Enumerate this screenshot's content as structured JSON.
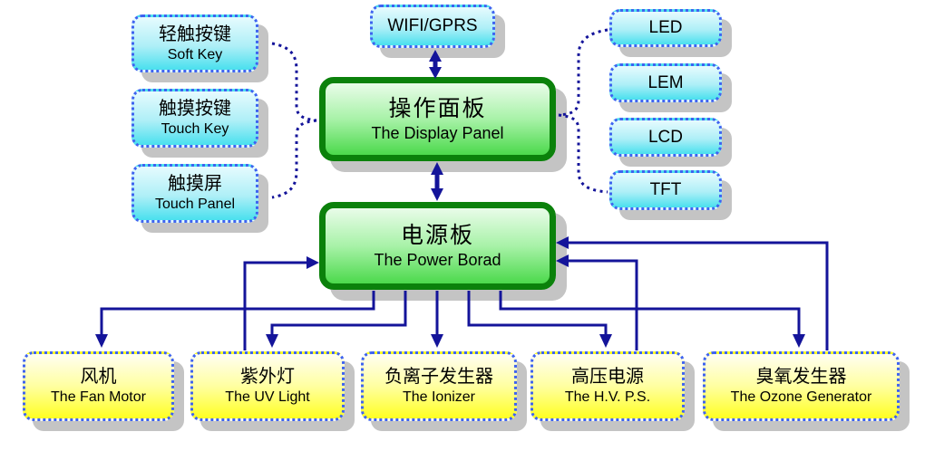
{
  "peripherals_left": [
    {
      "zh": "轻触按键",
      "en": "Soft Key"
    },
    {
      "zh": "触摸按键",
      "en": "Touch Key"
    },
    {
      "zh": "触摸屏",
      "en": "Touch Panel"
    }
  ],
  "wireless": {
    "label": "WIFI/GPRS"
  },
  "display_modules_right": [
    {
      "label": "LED"
    },
    {
      "label": "LEM"
    },
    {
      "label": "LCD"
    },
    {
      "label": "TFT"
    }
  ],
  "boards": {
    "display_panel": {
      "zh": "操作面板",
      "en": "The Display Panel"
    },
    "power_board": {
      "zh": "电源板",
      "en": "The Power Borad"
    }
  },
  "devices_bottom": [
    {
      "zh": "风机",
      "en": "The Fan Motor"
    },
    {
      "zh": "紫外灯",
      "en": "The UV Light"
    },
    {
      "zh": "负离子发生器",
      "en": "The Ionizer"
    },
    {
      "zh": "高压电源",
      "en": "The H.V. P.S."
    },
    {
      "zh": "臭氧发生器",
      "en": "The Ozone Generator"
    }
  ],
  "colors": {
    "wire": "#14149a",
    "dotted_border": "#3e63f0",
    "cyan_fill_bottom": "#49e0ee",
    "green_border": "#0b810b",
    "green_fill_bottom": "#4cd94c",
    "yellow_fill_bottom": "#ffff22",
    "shadow": "#c4c4c4"
  }
}
